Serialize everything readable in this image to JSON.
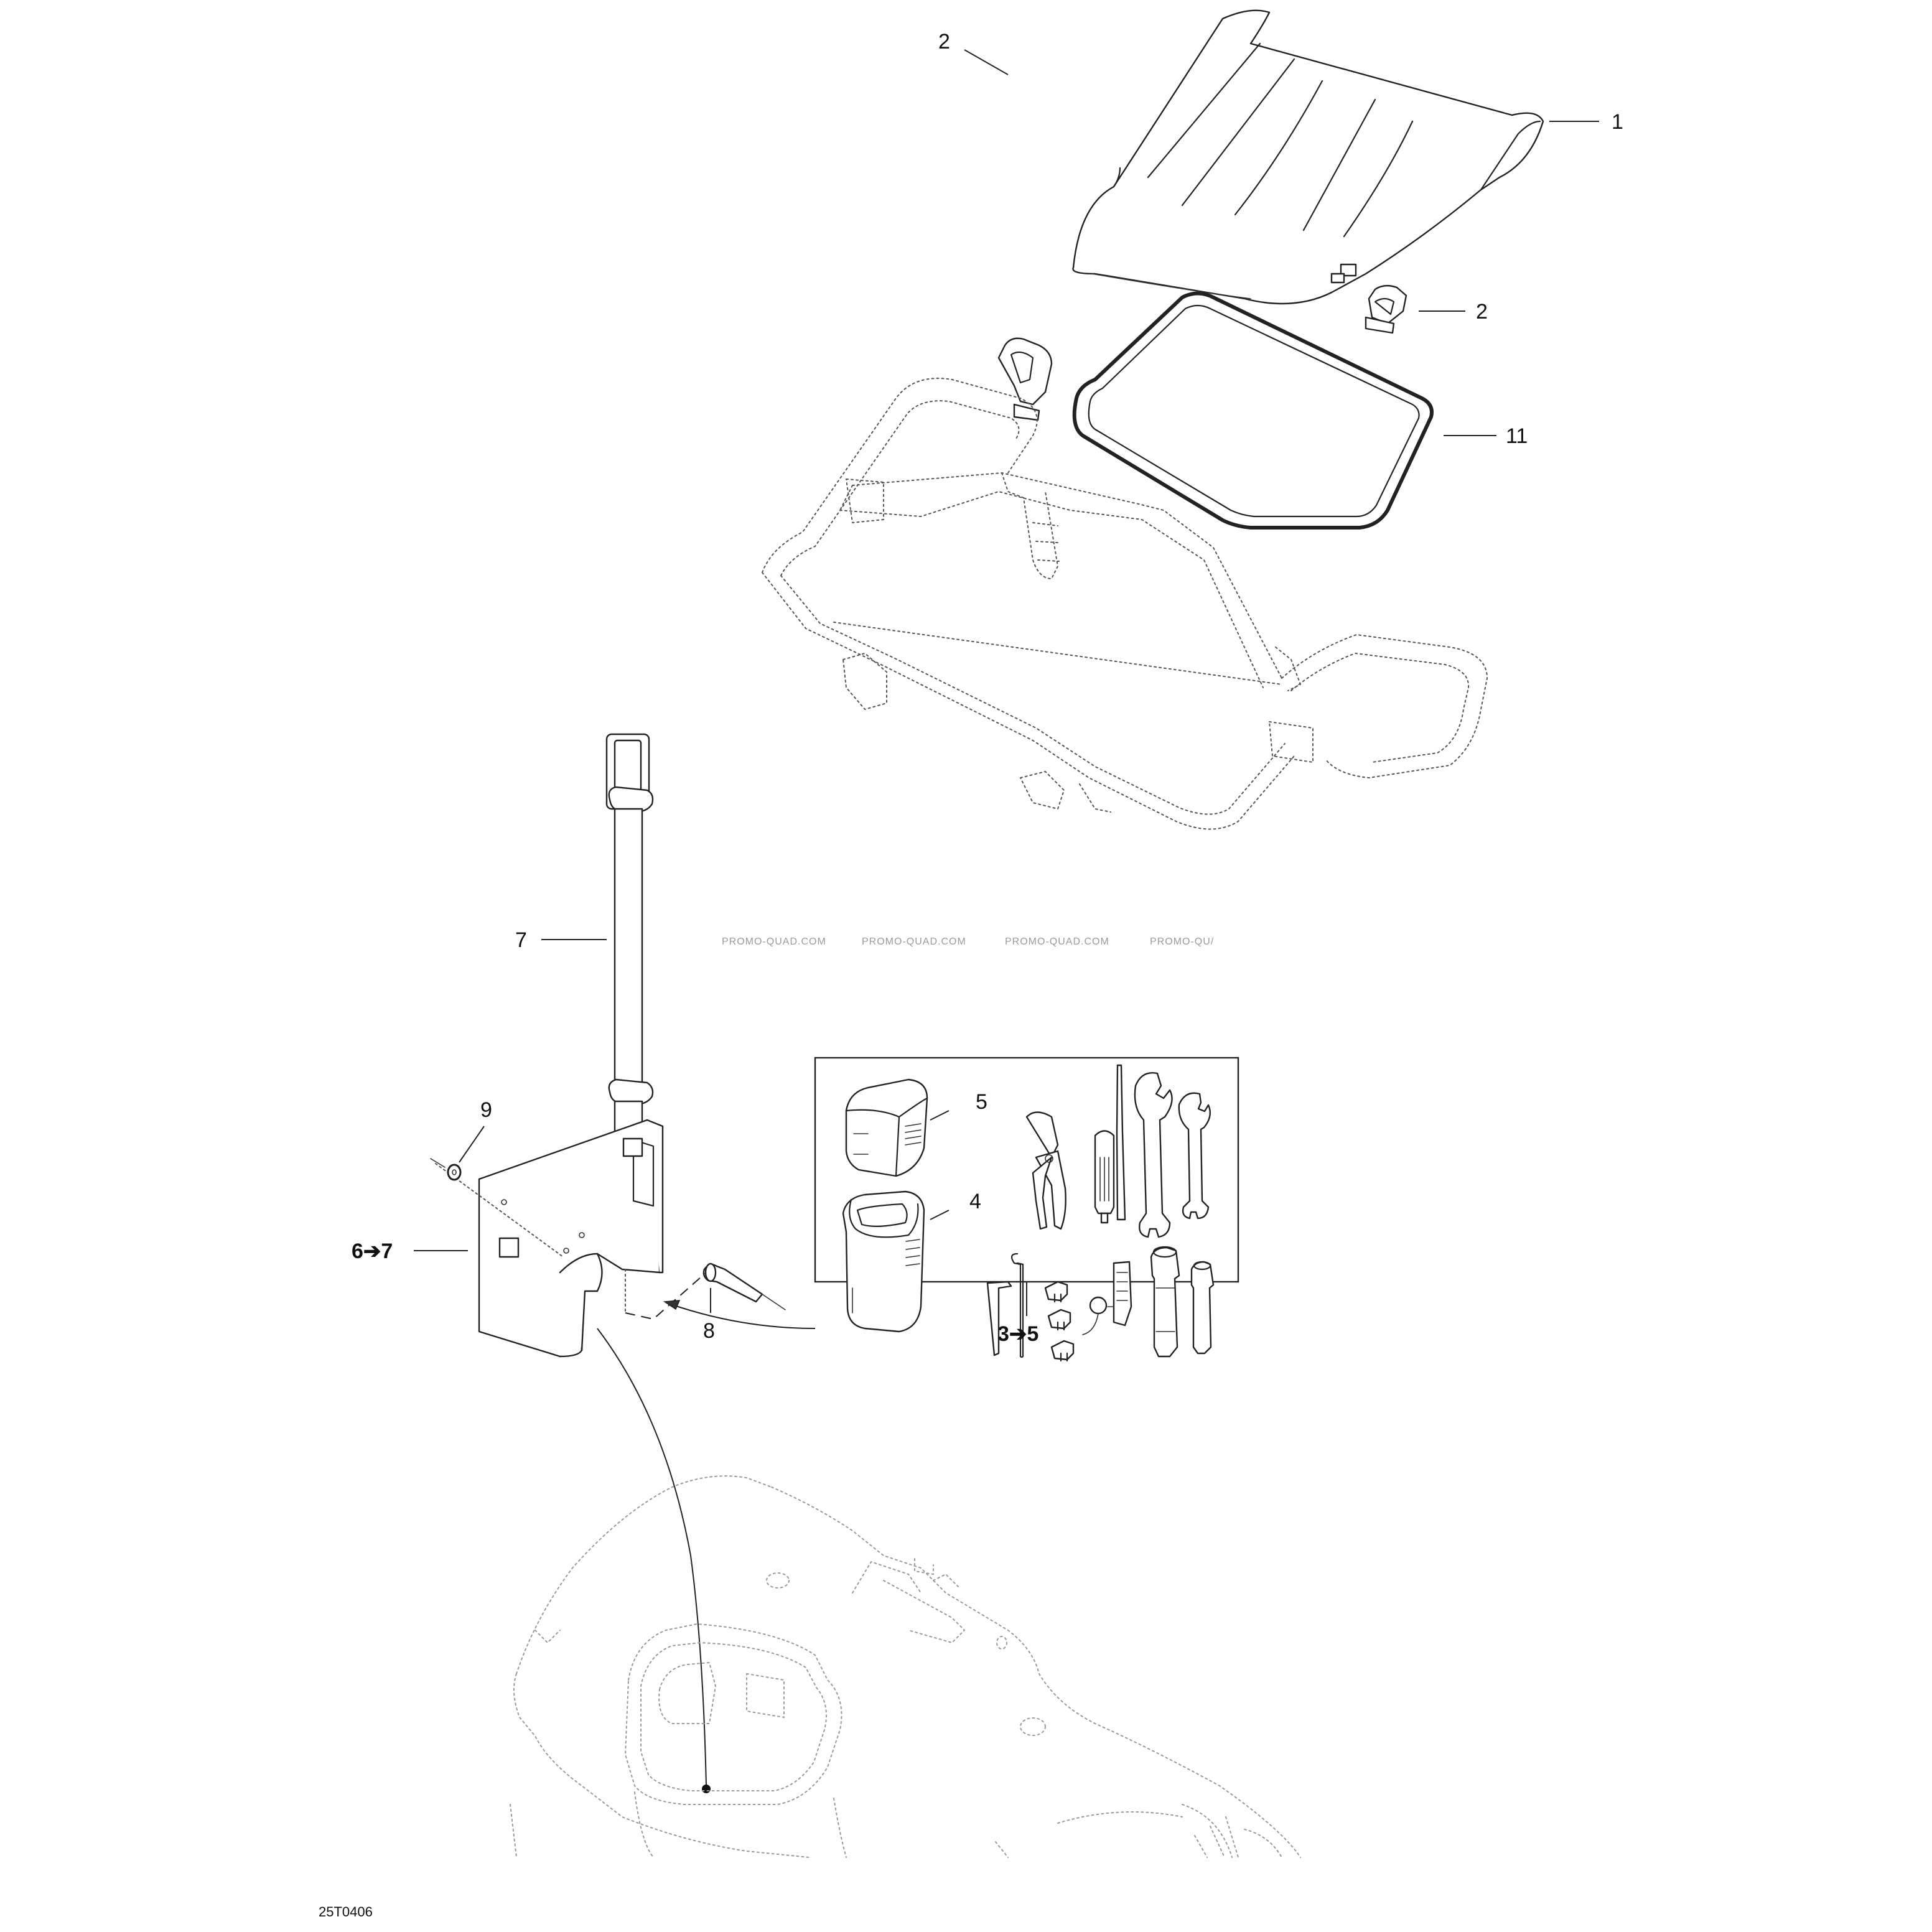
{
  "callouts": {
    "c1": "1",
    "c2a": "2",
    "c2b": "2",
    "c11": "11",
    "c7": "7",
    "c9": "9",
    "c6_7": "6➔7",
    "c5": "5",
    "c4": "4",
    "c8": "8",
    "c3_5": "3➔5"
  },
  "watermark": {
    "w1": "PROMO-QUAD.COM",
    "w2": "PROMO-QUAD.COM",
    "w3": "PROMO-QUAD.COM",
    "w4": "PROMO-QU/"
  },
  "drawing_code": "25T0406"
}
